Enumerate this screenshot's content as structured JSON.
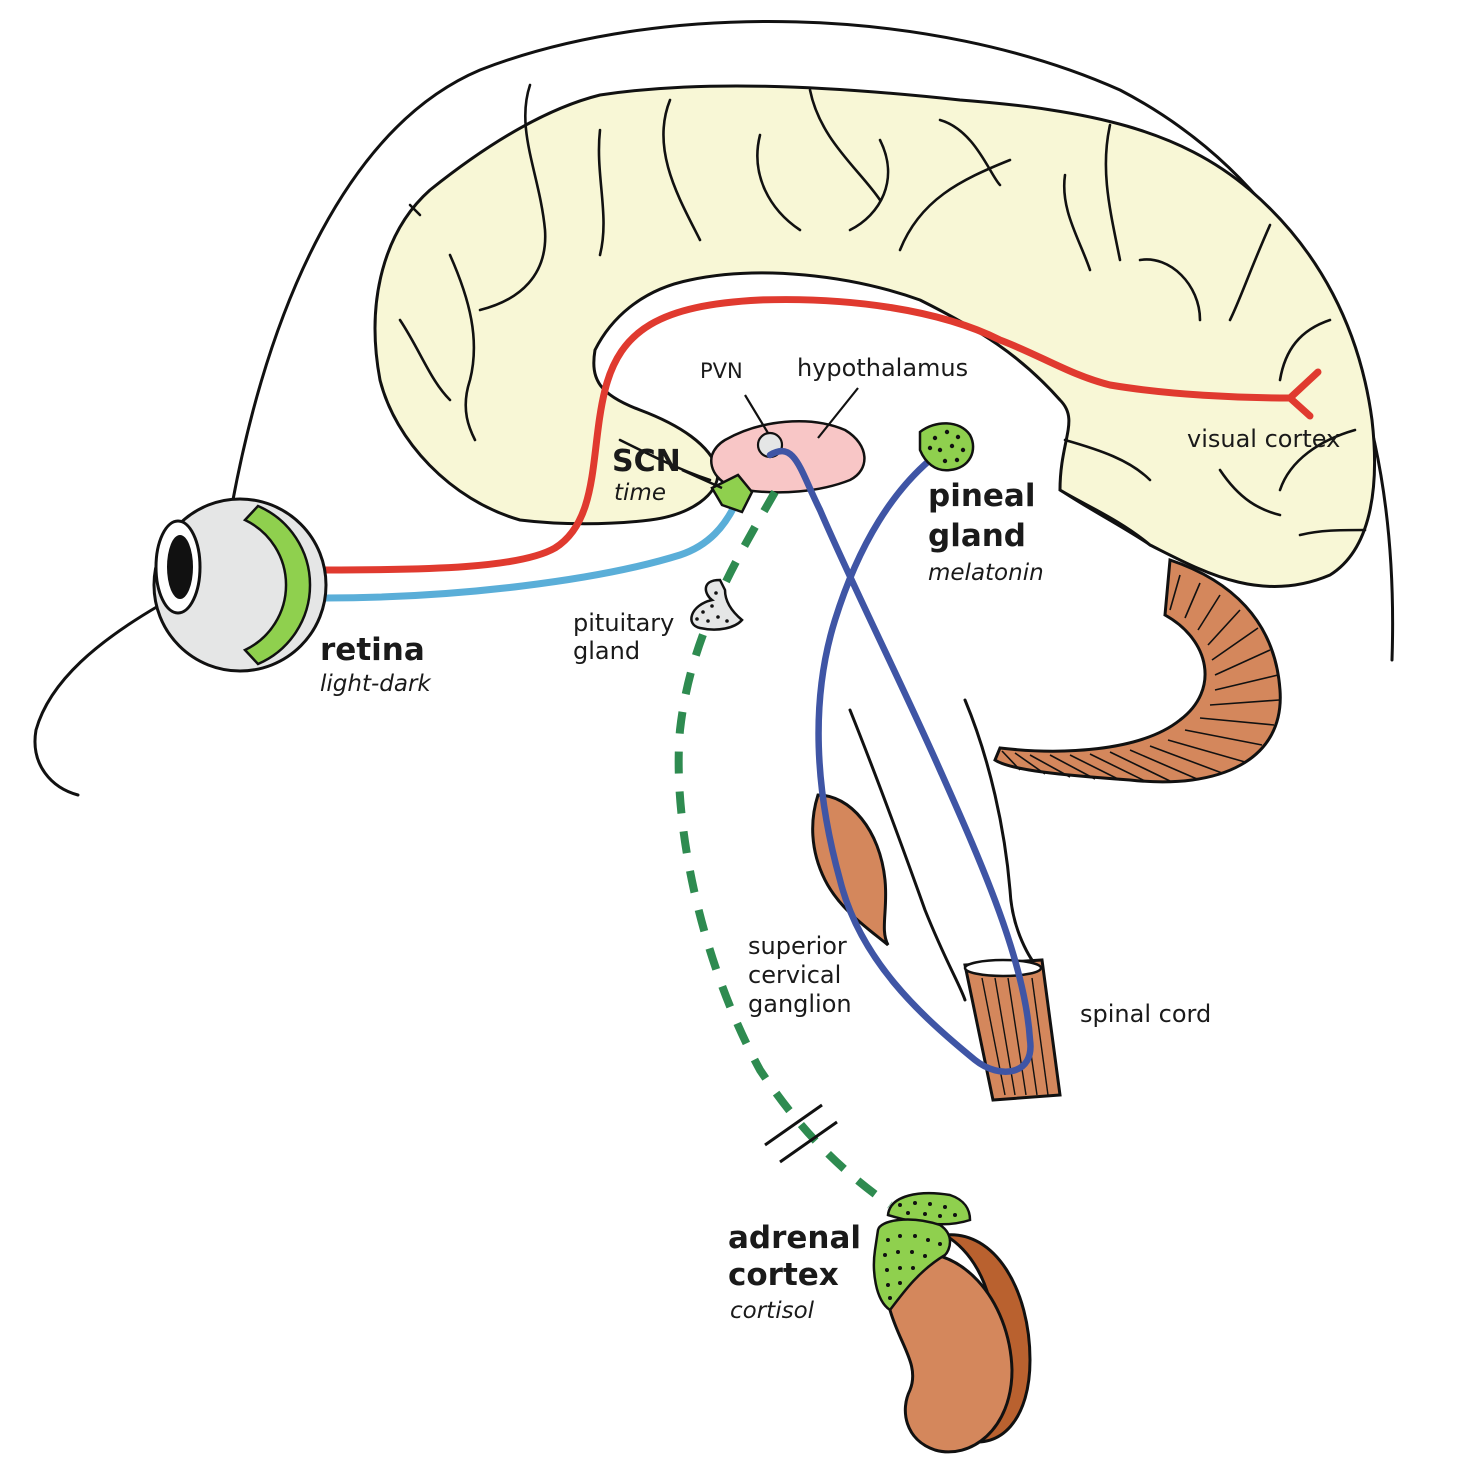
{
  "labels": {
    "pvn": "PVN",
    "hypothalamus": "hypothalamus",
    "visual_cortex": "visual cortex",
    "scn": "SCN",
    "scn_sub": "time",
    "pineal_line1": "pineal",
    "pineal_line2": "gland",
    "pineal_sub": "melatonin",
    "pituitary_line1": "pituitary",
    "pituitary_line2": "gland",
    "retina": "retina",
    "retina_sub": "light-dark",
    "scg_line1": "superior",
    "scg_line2": "cervical",
    "scg_line3": "ganglion",
    "spinal_cord": "spinal cord",
    "adrenal_line1": "adrenal",
    "adrenal_line2": "cortex",
    "adrenal_sub": "cortisol"
  },
  "colors": {
    "brain_fill": "#f8f7d6",
    "visual_pathway": "#e03a2f",
    "retinohypothalamic_tract": "#5aaed8",
    "sympathetic_pathway": "#3f55a5",
    "hormonal_pathway": "#2e8b50",
    "gland_green": "#8fd04e",
    "tissue_brown": "#d4875c",
    "tissue_dark_brown": "#b9612f",
    "hypothalamus_pink": "#f8c6c6",
    "eye_gray": "#e5e6e6"
  },
  "icons": {
    "eye": "eye-icon",
    "brain": "brain-icon",
    "kidney": "kidney-icon"
  }
}
